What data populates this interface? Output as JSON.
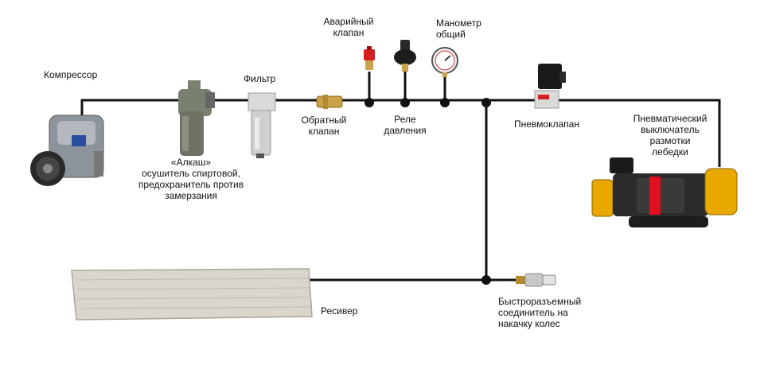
{
  "labels": {
    "compressor": "Компрессор",
    "alkash": [
      "«Алкаш»",
      "осушитель спиртовой,",
      "предохранитель против",
      "замерзания"
    ],
    "filter": "Фильтр",
    "check_valve": [
      "Обратный",
      "клапан"
    ],
    "emergency_valve": [
      "Аварийный",
      "клапан"
    ],
    "pressure_relay": [
      "Реле",
      "давления"
    ],
    "gauge": [
      "Манометр",
      "общий"
    ],
    "solenoid": "Пневмоклапан",
    "winch_switch": [
      "Пневматический",
      "выключатель",
      "размотки",
      "лебедки"
    ],
    "receiver": "Ресивер",
    "quick_coupler": [
      "Быстроразъемный",
      "соединитель на",
      "накачку колес"
    ]
  },
  "colors": {
    "line": "#111111",
    "winch_body": "#e8a800",
    "winch_strap": "#e01020",
    "receiver": "#d9d6cc",
    "valve_brass": "#c9a24a",
    "emergency_red": "#d42020"
  }
}
